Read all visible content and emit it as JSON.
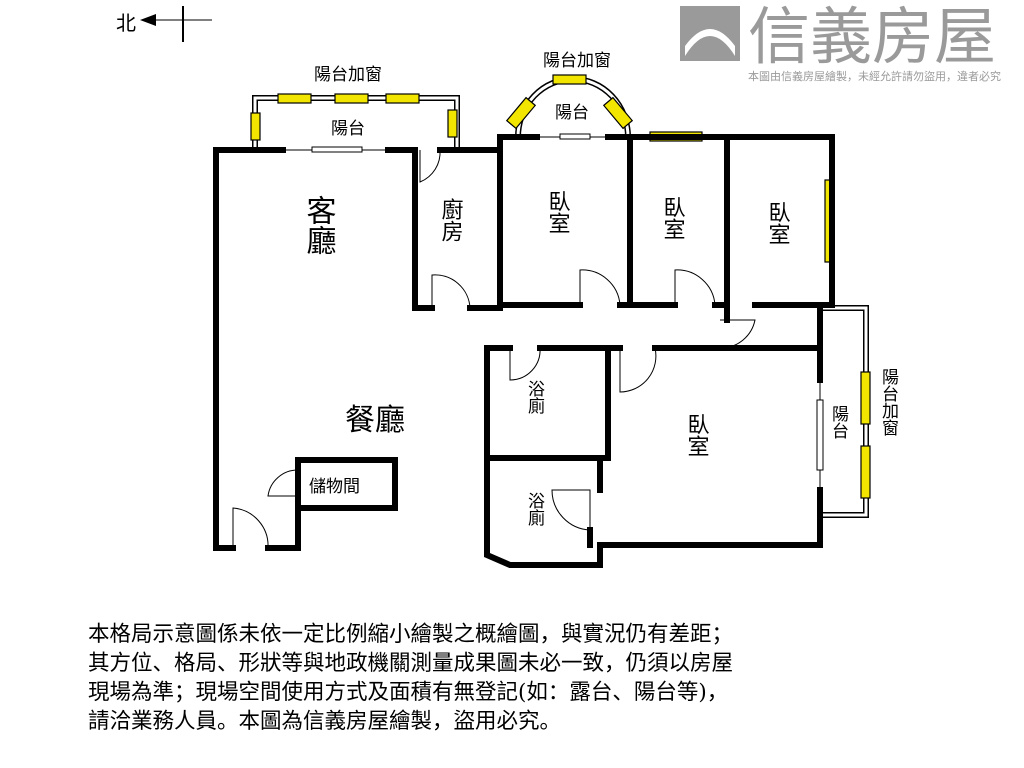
{
  "compass": {
    "label": "北"
  },
  "watermark": {
    "brand": "信義房屋",
    "notice": "本圖由信義房屋繪製，未經允許請勿盜用，違者必究",
    "color": "#9a9a9a"
  },
  "rooms": {
    "living": "客廳",
    "kitchen": "廚房",
    "bedroom1": "臥室",
    "bedroom2": "臥室",
    "bedroom3": "臥室",
    "master": "臥室",
    "dining": "餐廳",
    "bath1": "浴廁",
    "bath2": "浴廁",
    "storage": "儲物間"
  },
  "balconies": {
    "top_left_window": "陽台加窗",
    "top_left": "陽台",
    "top_mid_window": "陽台加窗",
    "top_mid": "陽台",
    "right": "陽台",
    "right_window": "陽台加窗"
  },
  "window_color": "#f2e600",
  "note": [
    "本格局示意圖係未依一定比例縮小繪製之概繪圖，與實況仍有差距；",
    "其方位、格局、形狀等與地政機關測量成果圖未必一致，仍須以房屋",
    "現場為準；現場空間使用方式及面積有無登記(如：露台、陽台等)，",
    "請洽業務人員。本圖為信義房屋繪製，盜用必究。"
  ]
}
